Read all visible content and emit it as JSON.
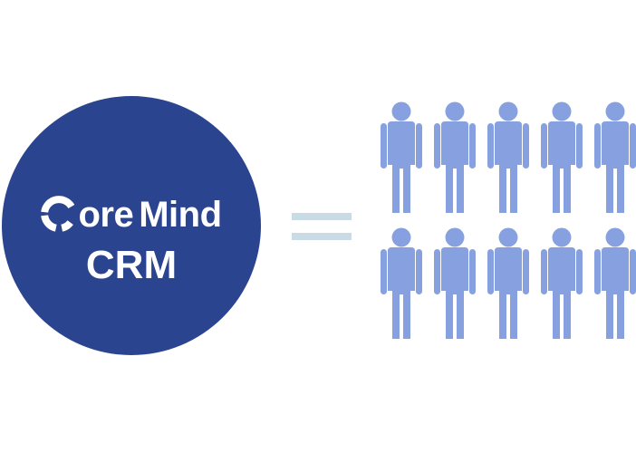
{
  "brand": {
    "name_part_1": "ore",
    "name_part_2": "Mind",
    "product": "CRM",
    "logo_icon": "core-ring-logo-icon"
  },
  "equals_icon": "equals-sign-icon",
  "people": {
    "icon": "person-icon",
    "count": 10,
    "rows": 2,
    "per_row": 5
  },
  "colors": {
    "background": "#ffffff",
    "circle": "#2b4490",
    "brand_text": "#ffffff",
    "equals": "#c9dbe5",
    "person": "#87a1e0"
  }
}
